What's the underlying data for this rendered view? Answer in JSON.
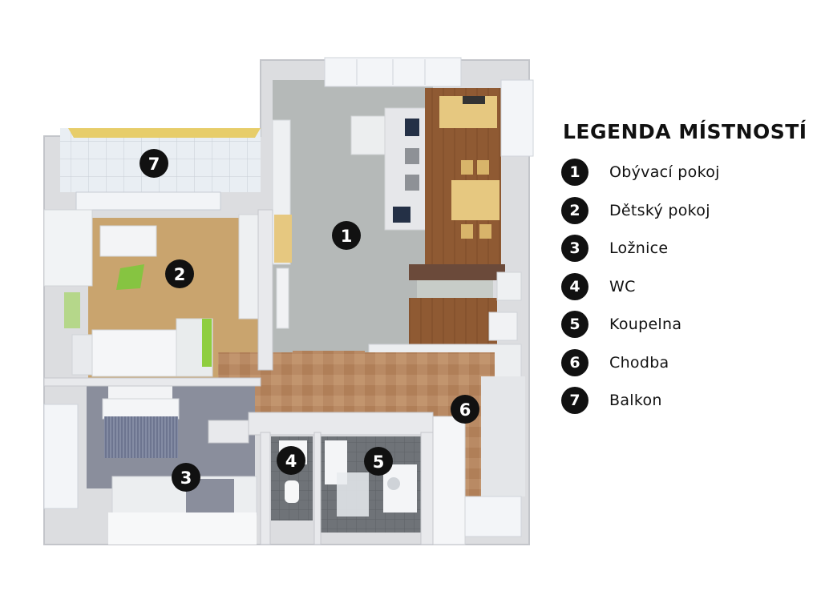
{
  "legend": {
    "title": "LEGENDA MÍSTNOSTÍ",
    "items": [
      {
        "num": "1",
        "label": "Obývací pokoj"
      },
      {
        "num": "2",
        "label": "Dětský pokoj"
      },
      {
        "num": "3",
        "label": "Ložnice"
      },
      {
        "num": "4",
        "label": "WC"
      },
      {
        "num": "5",
        "label": "Koupelna"
      },
      {
        "num": "6",
        "label": "Chodba"
      },
      {
        "num": "7",
        "label": "Balkon"
      }
    ]
  },
  "plan": {
    "markers": [
      "1",
      "2",
      "3",
      "4",
      "5",
      "6",
      "7"
    ]
  },
  "colors": {
    "marker": "#111111",
    "living_floor": "#b5b9b8",
    "kids_floor": "#c9a46e",
    "bedroom_floor": "#8a8e9c",
    "hall_floor": "#b98a64",
    "kitchen_floor": "#8f5a33",
    "balcony_floor": "#e6ebf0",
    "wall": "#dcdde0"
  }
}
